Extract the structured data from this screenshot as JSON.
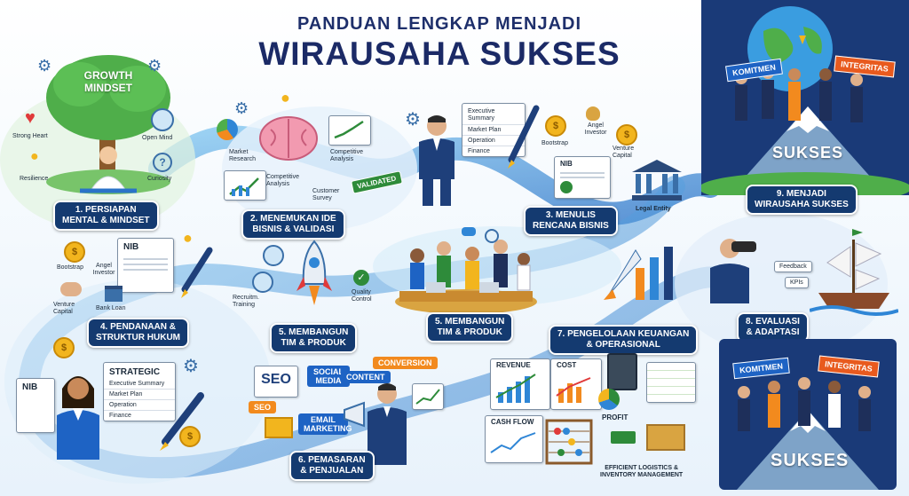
{
  "header": {
    "subtitle": "PANDUAN LENGKAP MENJADI",
    "title": "WIRAUSAHA SUKSES"
  },
  "step1": {
    "caption_line1": "1. PERSIAPAN",
    "caption_line2": "MENTAL & MINDSET",
    "tree_label_line1": "GROWTH",
    "tree_label_line2": "MINDSET",
    "traits": [
      "Strong Heart",
      "Open Mind",
      "Resilience",
      "Curiosity"
    ]
  },
  "step2": {
    "caption_line1": "2. MENEMUKAN IDE",
    "caption_line2": "BISNIS & VALIDASI",
    "labels": [
      "Market Research",
      "Competitive Analysis",
      "Competitive Analysis",
      "Customer Survey"
    ],
    "badge": "VALIDATED"
  },
  "step3": {
    "caption_line1": "3. MENULIS",
    "caption_line2": "RENCANA BISNIS",
    "doc_lines": [
      "Executive Summary",
      "Market Plan",
      "Operation",
      "Finance"
    ],
    "funding": [
      "Bootstrap",
      "Angel Investor",
      "Venture Capital"
    ],
    "nib": "NIB",
    "legal": "Legal Entity"
  },
  "step4": {
    "caption_line1": "4. PENDANAAN &",
    "caption_line2": "STRUKTUR HUKUM",
    "nib": "NIB",
    "funding": [
      "Bootstrap",
      "Angel Investor",
      "Venture Capital",
      "Bank Loan"
    ]
  },
  "step5a": {
    "caption_line1": "5. MEMBANGUN",
    "caption_line2": "TIM & PRODUK",
    "labels": [
      "Recruitm. Training",
      "Quality Control"
    ]
  },
  "step5b": {
    "caption_line1": "5. MEMBANGUN",
    "caption_line2": "TIM & PRODUK"
  },
  "step6": {
    "caption_line1": "6. PEMASARAN",
    "caption_line2": "& PENJUALAN",
    "doc_title": "STRATEGIC",
    "doc_lines": [
      "Executive Summary",
      "Market Plan",
      "Operation",
      "Finance"
    ],
    "nib": "NIB",
    "tags": [
      "SEO",
      "SEO",
      "SOCIAL MEDIA",
      "CONTENT",
      "EMAIL MARKETING",
      "CONVERSION"
    ]
  },
  "step7": {
    "caption_line1": "7. PENGELOLAAN KEUANGAN",
    "caption_line2": "& OPERASIONAL",
    "labels": [
      "REVENUE",
      "COST",
      "CASH FLOW",
      "PROFIT"
    ],
    "logistics_line1": "EFFICIENT LOGISTICS &",
    "logistics_line2": "INVENTORY MANAGEMENT"
  },
  "step8": {
    "caption_line1": "8. EVALUASI",
    "caption_line2": "& ADAPTASI",
    "labels": [
      "Feedback",
      "KPIs"
    ]
  },
  "step9": {
    "caption_line1": "9. MENJADI",
    "caption_line2": "WIRAUSAHA SUKSES",
    "banners": [
      "KOMITMEN",
      "INTEGRITAS"
    ],
    "mountain_text": "SUKSES"
  },
  "bottom_right": {
    "banners": [
      "KOMITMEN",
      "INTEGRITAS"
    ],
    "mountain_text": "SUKSES"
  },
  "colors": {
    "navy": "#143a70",
    "river": "#2f86d6",
    "green": "#4fae4a",
    "orange": "#f28a1e",
    "gold": "#f2b51e"
  }
}
